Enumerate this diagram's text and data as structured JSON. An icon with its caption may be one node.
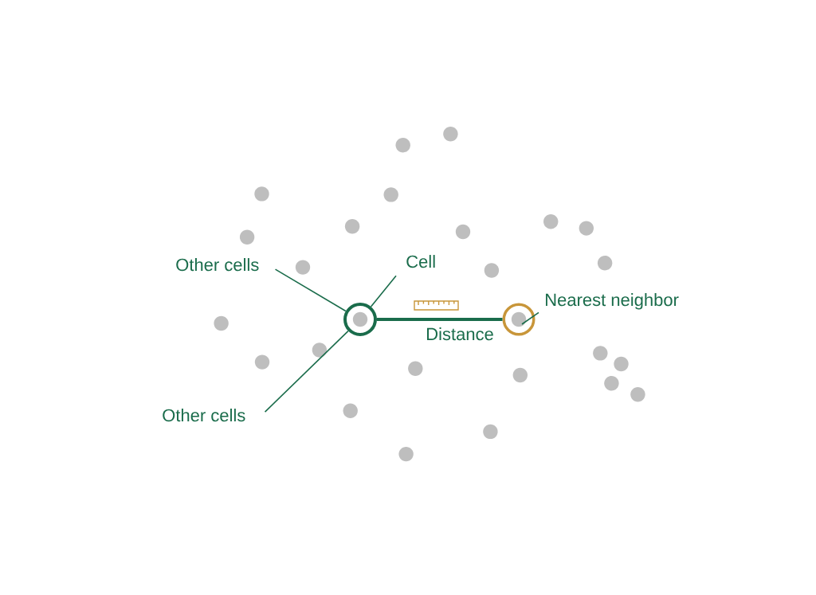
{
  "diagram": {
    "nodes": [
      {
        "text": [
          "Other cells"
        ]
      },
      {
        "text": [
          "Cell"
        ]
      },
      {
        "text": [
          "Nearest neighbor"
        ]
      },
      {
        "text": [],
        "shape": "circle"
      },
      {
        "text": [],
        "shape": "circle"
      },
      {
        "text": [
          "Other cells"
        ]
      }
    ],
    "edges": [
      {
        "from": 0,
        "to": 3,
        "arrow": "none"
      },
      {
        "from": 1,
        "to": 3,
        "arrow": "none"
      },
      {
        "from": 3,
        "to": 4,
        "arrow": "none",
        "label": "Distance",
        "style": "thick"
      },
      {
        "from": 2,
        "to": 4,
        "arrow": "none"
      },
      {
        "from": 5,
        "to": 3,
        "arrow": "none"
      }
    ]
  }
}
